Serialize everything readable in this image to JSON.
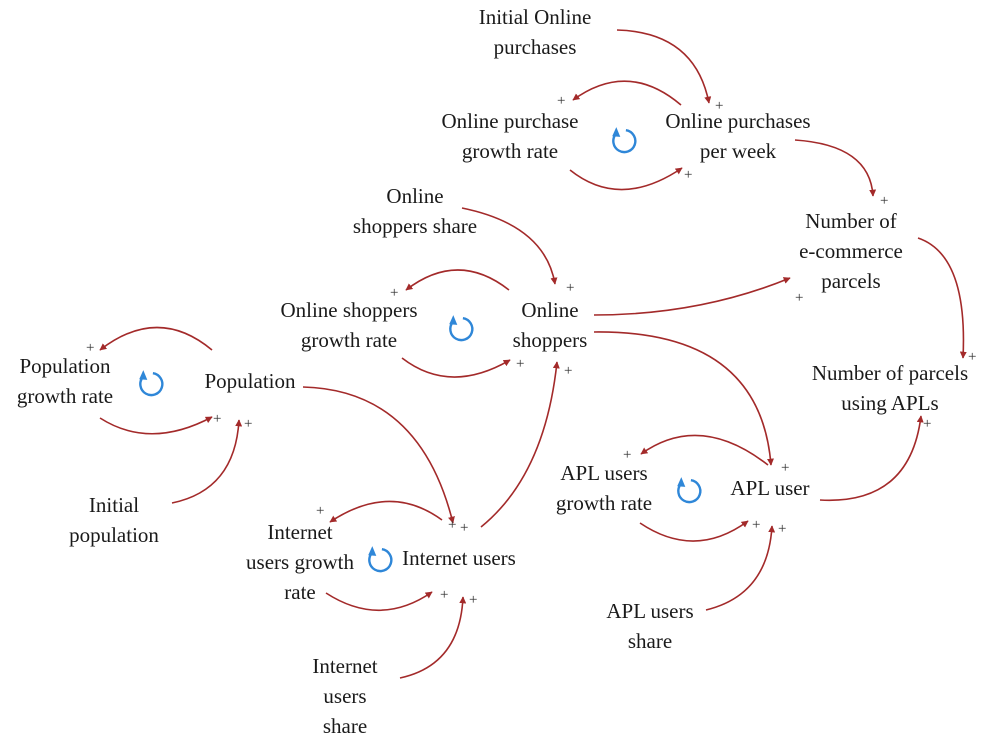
{
  "colors": {
    "arrow": "#A32A2A",
    "loop_icon": "#2F87D8",
    "text": "#1a1a1a"
  },
  "nodes": {
    "initial_online_purchases": [
      "Initial Online",
      "purchases"
    ],
    "online_purchase_growth_rate": [
      "Online purchase",
      "growth rate"
    ],
    "online_purchases_per_week": [
      "Online purchases",
      "per week"
    ],
    "online_shoppers_share": [
      "Online",
      "shoppers share"
    ],
    "number_of_ecommerce_parcels": [
      "Number of",
      "e-commerce",
      "parcels"
    ],
    "online_shoppers_growth_rate": [
      "Online shoppers",
      "growth rate"
    ],
    "online_shoppers": [
      "Online",
      "shoppers"
    ],
    "population_growth_rate": [
      "Population",
      "growth rate"
    ],
    "population": [
      "Population"
    ],
    "number_of_parcels_using_apls": [
      "Number of parcels",
      "using APLs"
    ],
    "apl_users_growth_rate": [
      "APL users",
      "growth rate"
    ],
    "apl_user": [
      "APL user"
    ],
    "initial_population": [
      "Initial",
      "population"
    ],
    "internet_users_growth_rate": [
      "Internet",
      "users growth",
      "rate"
    ],
    "internet_users": [
      "Internet users"
    ],
    "apl_users_share": [
      "APL users",
      "share"
    ],
    "internet_users_share": [
      "Internet",
      "users",
      "share"
    ]
  },
  "polarity": "+",
  "loop_icon": "counterclockwise-loop-icon",
  "links": [
    {
      "from": "initial_online_purchases",
      "to": "online_purchases_per_week",
      "polarity": "+"
    },
    {
      "from": "online_purchases_per_week",
      "to": "online_purchase_growth_rate",
      "polarity": "+"
    },
    {
      "from": "online_purchase_growth_rate",
      "to": "online_purchases_per_week",
      "polarity": "+"
    },
    {
      "from": "online_purchases_per_week",
      "to": "number_of_ecommerce_parcels",
      "polarity": "+"
    },
    {
      "from": "online_shoppers_share",
      "to": "online_shoppers",
      "polarity": "+"
    },
    {
      "from": "online_shoppers",
      "to": "online_shoppers_growth_rate",
      "polarity": "+"
    },
    {
      "from": "online_shoppers_growth_rate",
      "to": "online_shoppers",
      "polarity": "+"
    },
    {
      "from": "online_shoppers",
      "to": "number_of_ecommerce_parcels",
      "polarity": "+"
    },
    {
      "from": "number_of_ecommerce_parcels",
      "to": "number_of_parcels_using_apls",
      "polarity": "+"
    },
    {
      "from": "online_shoppers",
      "to": "apl_user",
      "polarity": "+"
    },
    {
      "from": "population",
      "to": "population_growth_rate",
      "polarity": "+"
    },
    {
      "from": "population_growth_rate",
      "to": "population",
      "polarity": "+"
    },
    {
      "from": "initial_population",
      "to": "population",
      "polarity": "+"
    },
    {
      "from": "population",
      "to": "internet_users",
      "polarity": "+"
    },
    {
      "from": "internet_users",
      "to": "internet_users_growth_rate",
      "polarity": "+"
    },
    {
      "from": "internet_users_growth_rate",
      "to": "internet_users",
      "polarity": "+"
    },
    {
      "from": "internet_users_share",
      "to": "internet_users",
      "polarity": "+"
    },
    {
      "from": "internet_users",
      "to": "online_shoppers",
      "polarity": "+"
    },
    {
      "from": "apl_user",
      "to": "apl_users_growth_rate",
      "polarity": "+"
    },
    {
      "from": "apl_users_growth_rate",
      "to": "apl_user",
      "polarity": "+"
    },
    {
      "from": "apl_users_share",
      "to": "apl_user",
      "polarity": "+"
    },
    {
      "from": "apl_user",
      "to": "number_of_parcels_using_apls",
      "polarity": "+"
    }
  ]
}
